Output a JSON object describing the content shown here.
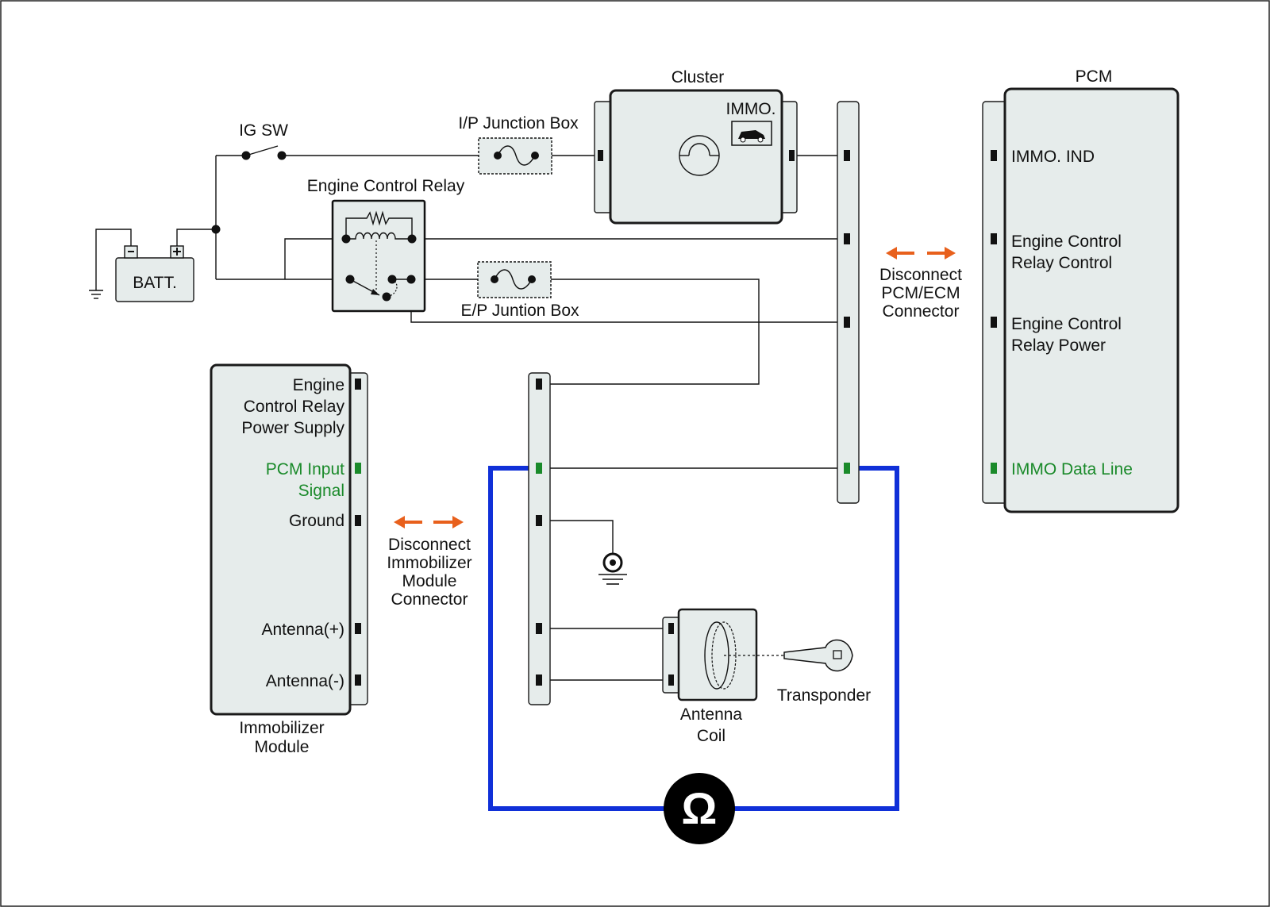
{
  "labels": {
    "ig_sw": "IG SW",
    "batt": "BATT.",
    "batt_minus": "-",
    "batt_plus": "+",
    "engine_control_relay": "Engine Control Relay",
    "ip_junction_box": "I/P Junction Box",
    "ep_junction_box": "E/P Juntion Box",
    "cluster": "Cluster",
    "immo": "IMMO.",
    "pcm": "PCM",
    "disconnect_pcm": [
      "Disconnect",
      "PCM/ECM",
      "Connector"
    ],
    "disconnect_immo": [
      "Disconnect",
      "Immobilizer",
      "Module",
      "Connector"
    ],
    "immobilizer_module": [
      "Immobilizer",
      "Module"
    ],
    "antenna_coil": [
      "Antenna",
      "Coil"
    ],
    "transponder": "Transponder",
    "ohm_symbol": "Ω"
  },
  "pcm_pins": {
    "immo_ind": "IMMO. IND",
    "relay_control": [
      "Engine Control",
      "Relay Control"
    ],
    "relay_power": [
      "Engine Control",
      "Relay Power"
    ],
    "immo_data_line": "IMMO Data Line"
  },
  "immo_pins": {
    "relay_power_supply": [
      "Engine",
      "Control Relay",
      "Power Supply"
    ],
    "pcm_input_signal": [
      "PCM Input",
      "Signal"
    ],
    "ground": "Ground",
    "antenna_plus": "Antenna(+)",
    "antenna_minus": "Antenna(-)"
  },
  "colors": {
    "measure_loop": "#1030d8",
    "disconnect_arrow": "#e8601c",
    "highlight_signal": "#1a8a2a"
  }
}
